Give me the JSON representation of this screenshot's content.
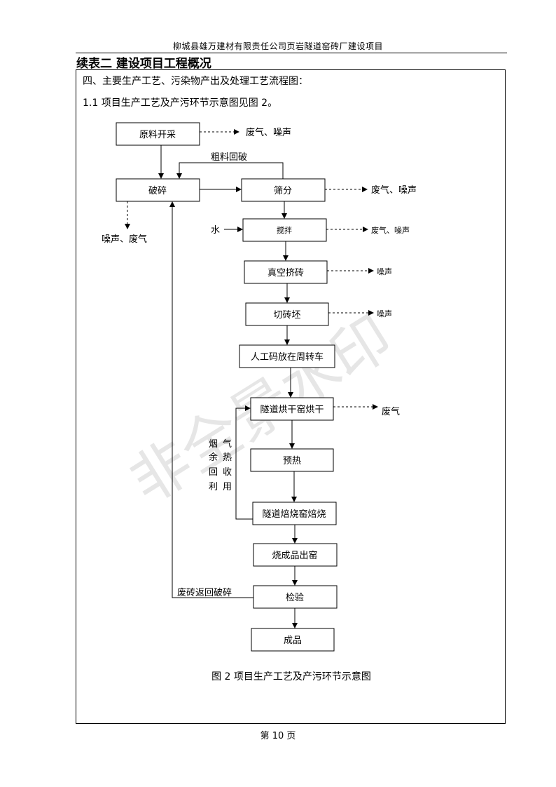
{
  "header": {
    "doc_title": "柳城县雄万建材有限责任公司页岩隧道窑砖厂建设项目",
    "section_title": "续表二  建设项目工程概况"
  },
  "content": {
    "heading": "四、主要生产工艺、污染物产出及处理工艺流程图：",
    "subheading": "1.1 项目生产工艺及产污环节示意图见图  2。"
  },
  "flow": {
    "steps": {
      "raw_mining": "原料开采",
      "crushing": "破碎",
      "screening": "筛分",
      "mixing": "搅拌",
      "extrusion": "真空挤砖",
      "cutting": "切砖坯",
      "stacking": "人工码放在周转车",
      "drying": "隧道烘干窑烘干",
      "preheat": "预热",
      "firing": "隧道焙烧窑焙烧",
      "unloading": "烧成品出窑",
      "inspection": "检验",
      "product": "成品"
    },
    "emissions": {
      "raw_mining": "废气、噪声",
      "crushing": "噪声、废气",
      "screening": "废气、噪声",
      "mixing": "废气、噪声",
      "extrusion": "噪声",
      "cutting": "噪声",
      "drying": "废气"
    },
    "labels": {
      "coarse_return": "粗料回破",
      "water": "水",
      "heat_recovery_col1": [
        "烟",
        "余",
        "回",
        "利"
      ],
      "heat_recovery_col2": [
        "气",
        "热",
        "收",
        "用"
      ],
      "waste_return": "废砖返回破碎"
    },
    "caption": "图 2    项目生产工艺及产污环节示意图"
  },
  "watermark": "非全景水印",
  "footer": {
    "page_label": "第  10  页"
  }
}
